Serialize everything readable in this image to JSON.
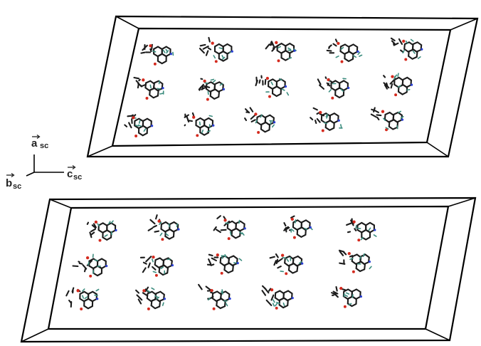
{
  "figure": {
    "axes": {
      "a": {
        "symbol": "a",
        "subscript": "sc"
      },
      "b": {
        "symbol": "b",
        "subscript": "sc"
      },
      "c": {
        "symbol": "c",
        "subscript": "sc"
      }
    }
  },
  "colors": {
    "carbon": "#1b1b1b",
    "hydrogen": "#3b8c7e",
    "oxygen": "#d42a1e",
    "nitrogen": "#2a3fd4",
    "frame": "#000000"
  }
}
